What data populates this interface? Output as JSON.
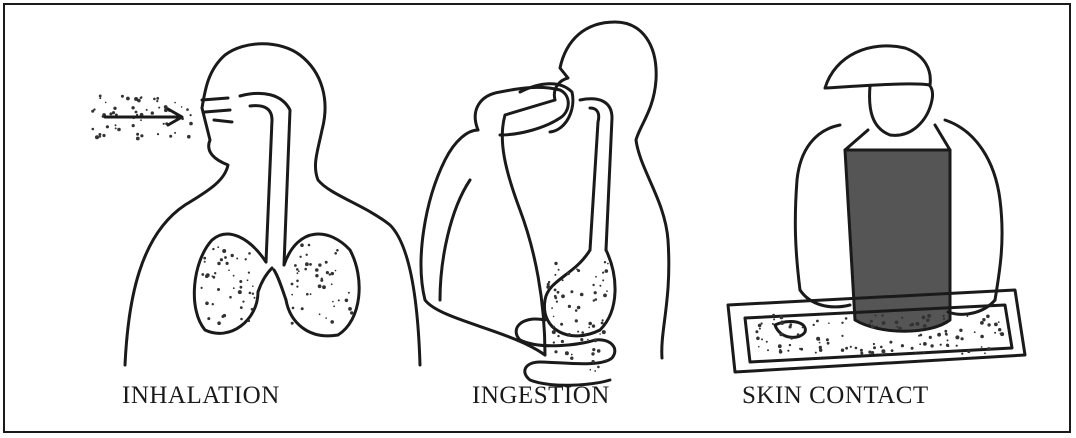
{
  "panels": [
    {
      "id": "inhalation",
      "label": "INHALATION"
    },
    {
      "id": "ingestion",
      "label": "INGESTION"
    },
    {
      "id": "skin_contact",
      "label": "SKIN CONTACT"
    }
  ],
  "colors": {
    "ink": "#1a1a1a",
    "background": "#ffffff",
    "stipple": "#333333"
  }
}
